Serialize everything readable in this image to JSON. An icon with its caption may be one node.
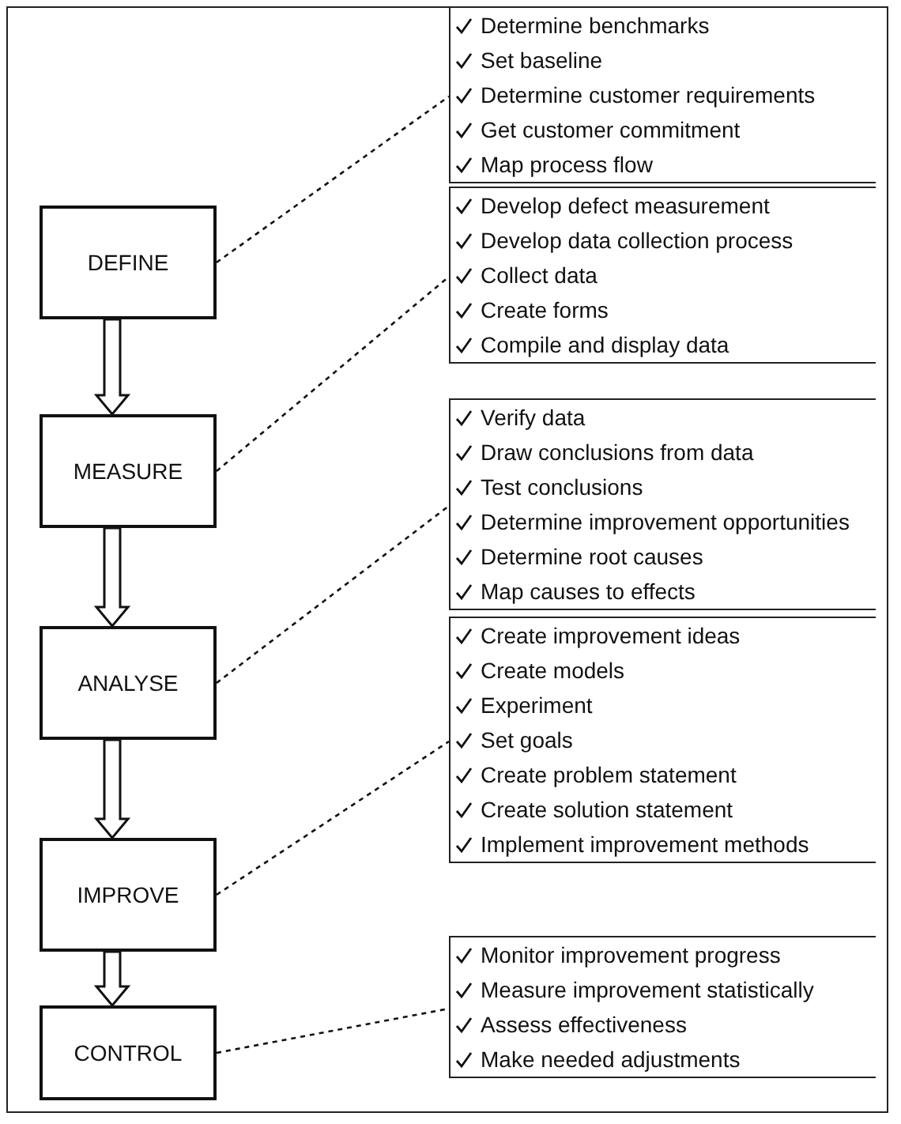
{
  "diagram": {
    "nodes": [
      {
        "text": [
          "DEFINE"
        ]
      },
      {
        "text": [
          "MEASURE"
        ]
      },
      {
        "text": [
          "ANALYSE"
        ]
      },
      {
        "text": [
          "IMPROVE"
        ]
      },
      {
        "text": [
          "CONTROL"
        ]
      },
      {
        "text": [
          "Determine benchmarks",
          "Set baseline",
          "Determine customer requirements",
          "Get customer commitment",
          "Map process flow"
        ]
      },
      {
        "text": [
          "Develop defect measurement",
          "Develop data collection process",
          "Collect data",
          "Create forms",
          "Compile and display data"
        ]
      },
      {
        "text": [
          "Verify data",
          "Draw conclusions from data",
          "Test conclusions",
          "Determine improvement opportunities",
          "Determine root causes",
          "Map causes to effects"
        ]
      },
      {
        "text": [
          "Create improvement ideas",
          "Create models",
          "Experiment",
          "Set goals",
          "Create problem statement",
          "Create solution statement",
          "Implement improvement methods"
        ]
      },
      {
        "text": [
          "Monitor improvement progress",
          "Measure improvement statistically",
          "Assess effectiveness",
          "Make needed adjustments"
        ]
      }
    ],
    "edges": [
      {
        "from": 0,
        "to": 1,
        "arrow": "to",
        "style": "thick"
      },
      {
        "from": 1,
        "to": 2,
        "arrow": "to",
        "style": "thick"
      },
      {
        "from": 2,
        "to": 3,
        "arrow": "to",
        "style": "thick"
      },
      {
        "from": 3,
        "to": 4,
        "arrow": "to",
        "style": "thick"
      },
      {
        "from": 0,
        "to": 5,
        "arrow": "none",
        "style": "dashed"
      },
      {
        "from": 1,
        "to": 6,
        "arrow": "none",
        "style": "dashed"
      },
      {
        "from": 2,
        "to": 7,
        "arrow": "none",
        "style": "dashed"
      },
      {
        "from": 3,
        "to": 8,
        "arrow": "none",
        "style": "dashed"
      },
      {
        "from": 4,
        "to": 9,
        "arrow": "none",
        "style": "dashed"
      }
    ]
  }
}
